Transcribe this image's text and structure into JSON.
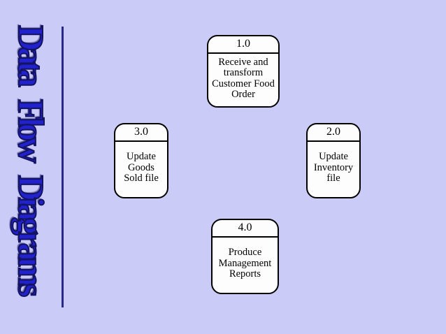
{
  "slide": {
    "background_color": "#cbcbf7",
    "title": {
      "text": "Data Flow Diagrams",
      "fill_color": "#2222cc",
      "outline_color": "#131360",
      "divider_line_color": "#28288a"
    }
  },
  "diagram": {
    "type": "data-flow-diagram",
    "nodes": [
      {
        "id": "1.0",
        "label": "Receive and\ntransform\nCustomer Food\nOrder",
        "position": "top-center"
      },
      {
        "id": "3.0",
        "label": "Update\nGoods\nSold file",
        "position": "middle-left"
      },
      {
        "id": "2.0",
        "label": "Update\nInventory\nfile",
        "position": "middle-right"
      },
      {
        "id": "4.0",
        "label": "Produce\nManagement\nReports",
        "position": "bottom-center"
      }
    ]
  }
}
